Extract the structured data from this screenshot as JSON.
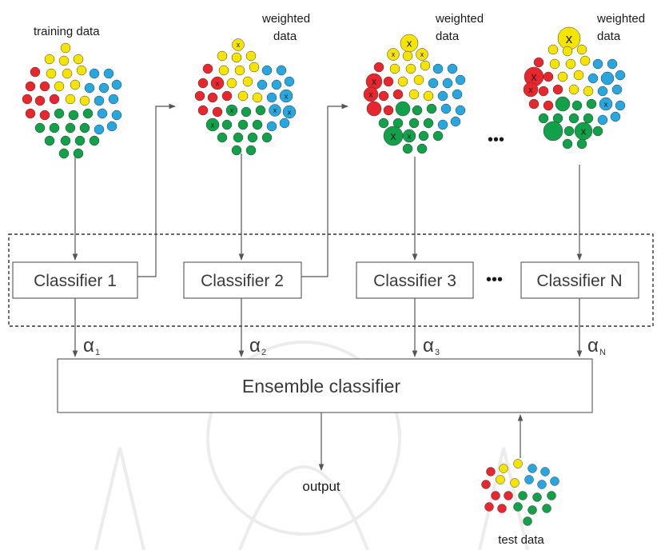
{
  "labels": {
    "training_data": "training data",
    "weighted_data_line1": "weighted",
    "weighted_data_line2": "data",
    "dots": "•••",
    "ensemble": "Ensemble classifier",
    "output": "output",
    "test_data": "test data",
    "alpha_symbol": "α"
  },
  "classifiers": [
    {
      "label": "Classifier 1",
      "alpha_sub": "1"
    },
    {
      "label": "Classifier 2",
      "alpha_sub": "2"
    },
    {
      "label": "Classifier 3",
      "alpha_sub": "3"
    },
    {
      "label": "Classifier N",
      "alpha_sub": "N"
    }
  ],
  "colors": {
    "red": "#e8262d",
    "yellow": "#f5e400",
    "green": "#13a04a",
    "blue": "#27a7de",
    "line": "#555555",
    "watermark": "#ececec"
  }
}
